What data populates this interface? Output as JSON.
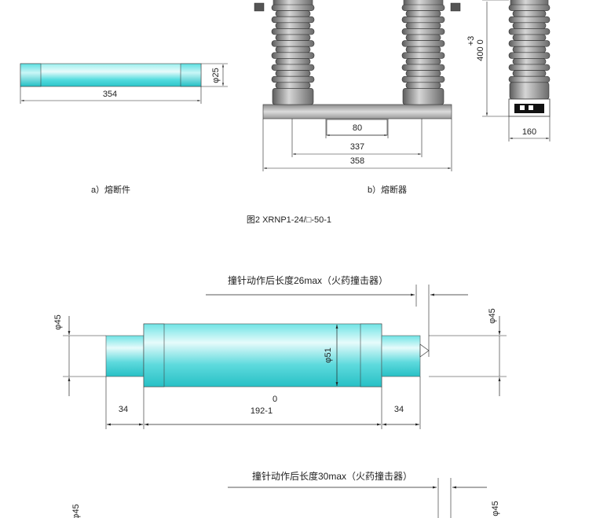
{
  "top_panel": {
    "fuse_link": {
      "diameter": "φ25",
      "length": "354",
      "caption": "a）熔断件"
    },
    "fuse_assembly": {
      "height_tol": "+3",
      "height": "400 0",
      "width": "160",
      "dim_inner": "80",
      "dim_mid": "337",
      "dim_outer": "358",
      "caption": "b）熔断器"
    },
    "figure_caption": "图2 XRNP1-24/□-50-1"
  },
  "bottom_panel": {
    "fuse_a": {
      "striker_note": "撞针动作后长度26max（火药撞击器）",
      "left_diameter": "φ45",
      "right_diameter": "φ45",
      "body_diameter": "φ51",
      "left_cap_len": "34",
      "right_cap_len": "34",
      "body_tol": "0",
      "body_len": "192-1"
    },
    "fuse_b": {
      "striker_note": "撞针动作后长度30max（火药撞击器）",
      "left_diameter": "φ45",
      "right_diameter": "φ45"
    }
  },
  "colors": {
    "fuse_cyan": "#3fd6da",
    "insulator_gray": "#8c8c8c",
    "line": "#222222"
  }
}
